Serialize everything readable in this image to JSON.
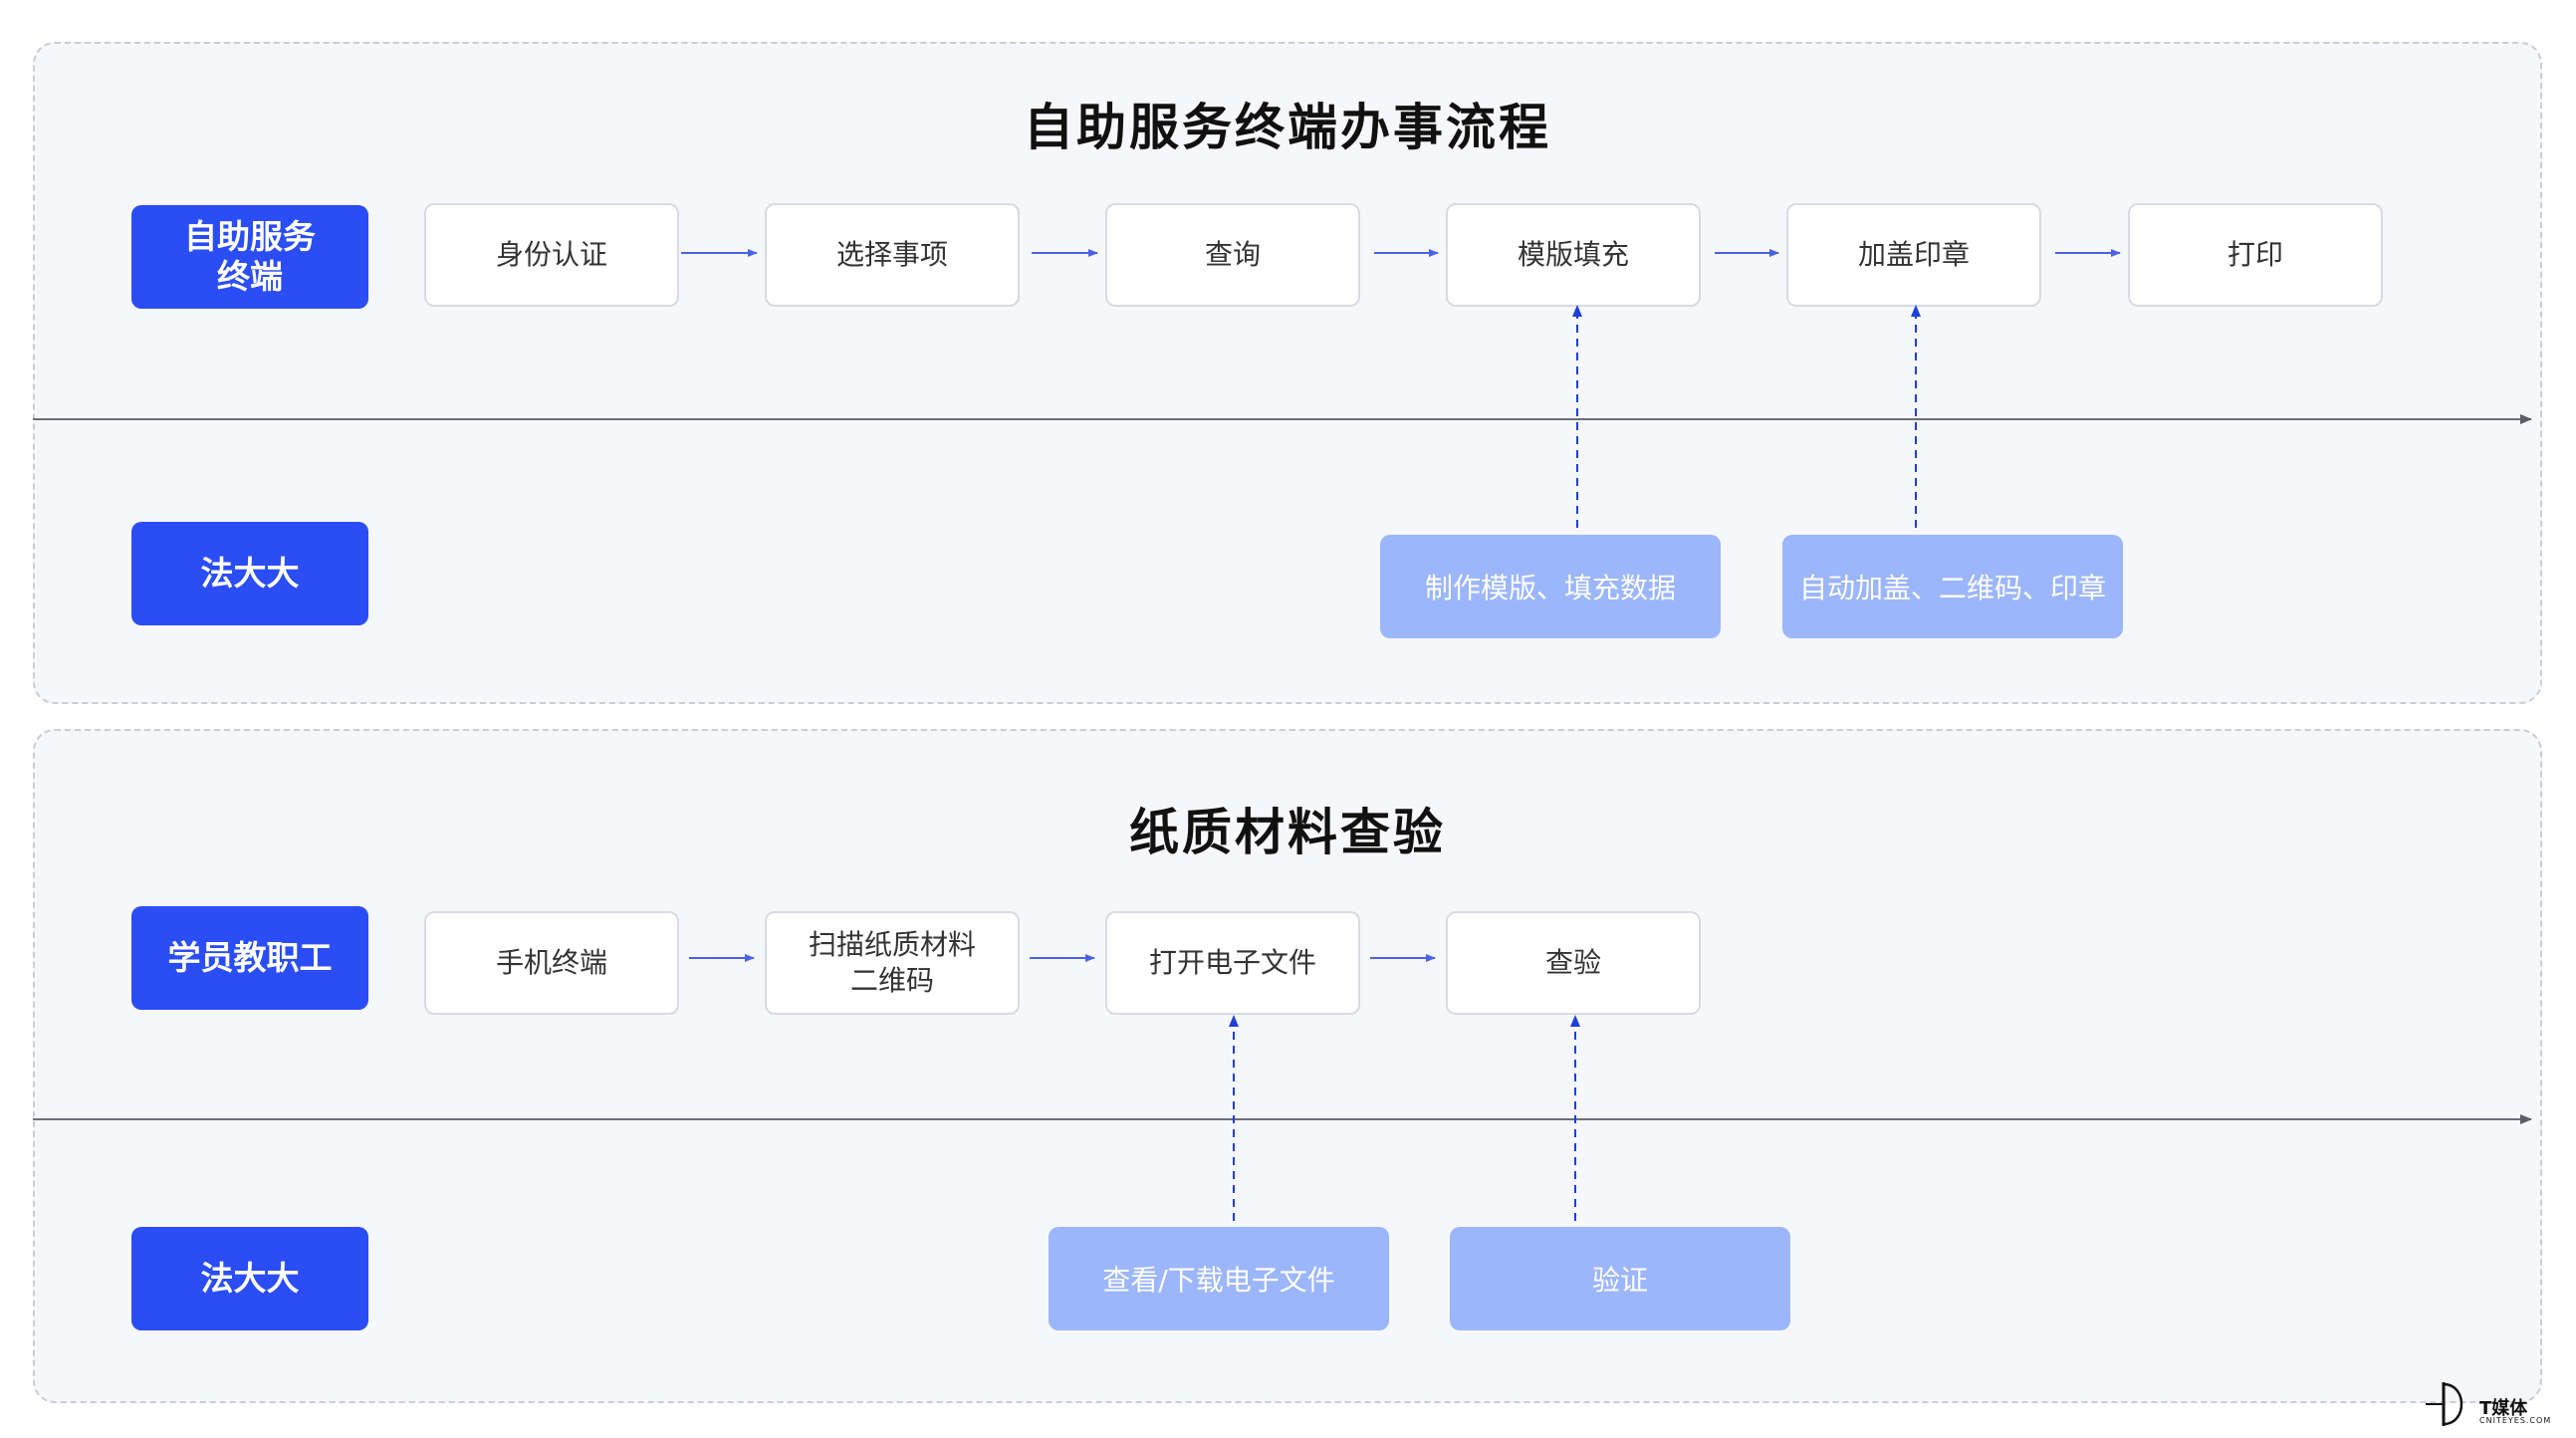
{
  "panel1": {
    "title": "自助服务终端办事流程",
    "lane_top": "自助服务\n终端",
    "lane_bottom": "法大大",
    "steps": [
      "身份认证",
      "选择事项",
      "查询",
      "模版填充",
      "加盖印章",
      "打印"
    ],
    "supports": [
      "制作模版、填充数据",
      "自动加盖、二维码、印章"
    ]
  },
  "panel2": {
    "title": "纸质材料查验",
    "lane_top": "学员教职工",
    "lane_bottom": "法大大",
    "steps": [
      "手机终端",
      "扫描纸质材料\n二维码",
      "打开电子文件",
      "查验"
    ],
    "supports": [
      "查看/下载电子文件",
      "验证"
    ]
  },
  "logo": {
    "main": "T媒体",
    "sub": "CNITEYES.COM"
  },
  "colors": {
    "lane": "#2b4df5",
    "support": "#9cb6fb",
    "flow_arrow": "#4a63e6",
    "dashed_arrow": "#1f3fd9",
    "timeline": "#6b6f7a"
  }
}
